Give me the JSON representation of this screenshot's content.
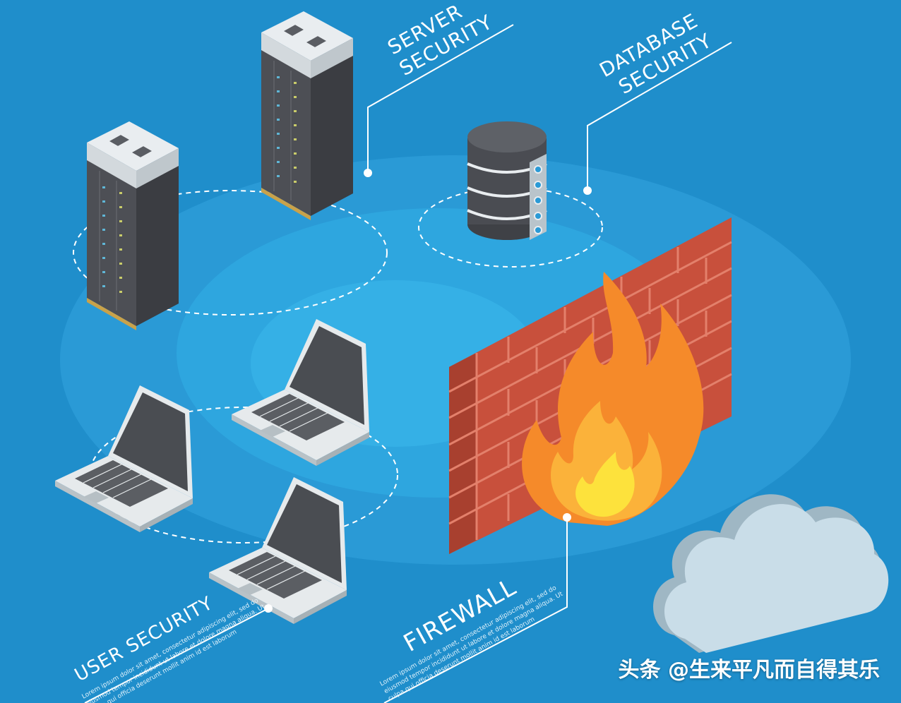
{
  "labels": {
    "server": [
      "SERVER",
      "SECURITY"
    ],
    "database": [
      "DATABASE",
      "SECURITY"
    ],
    "firewall": "FIREWALL",
    "user": "USER SECURITY"
  },
  "captions": {
    "firewall": [
      "Lorem ipsum dolor sit amet, consectetur adipiscing elit, sed do",
      "eiusmod tempor incididunt ut labore et dolore magna aliqua. Ut",
      "culpa qui officia deserunt mollit anim id est laborum"
    ],
    "user": [
      "Lorem ipsum dolor sit amet, consectetur adipiscing elit, sed do",
      "eiusmod tempor incididunt ut labore et dolore magna aliqua. Ut",
      "culpa qui officia deserunt mollit anim id est laborum"
    ]
  },
  "watermark": "头条 @生来平凡而自得其乐",
  "colors": {
    "background": "#1f8ecb",
    "ellipse_outer": "#2a9ad6",
    "ellipse_inner": "#35b0e6",
    "brick": "#c8503c",
    "flame_outer": "#f58a2a",
    "flame_inner": "#fbd23c",
    "cloud": "#c9dde8"
  }
}
